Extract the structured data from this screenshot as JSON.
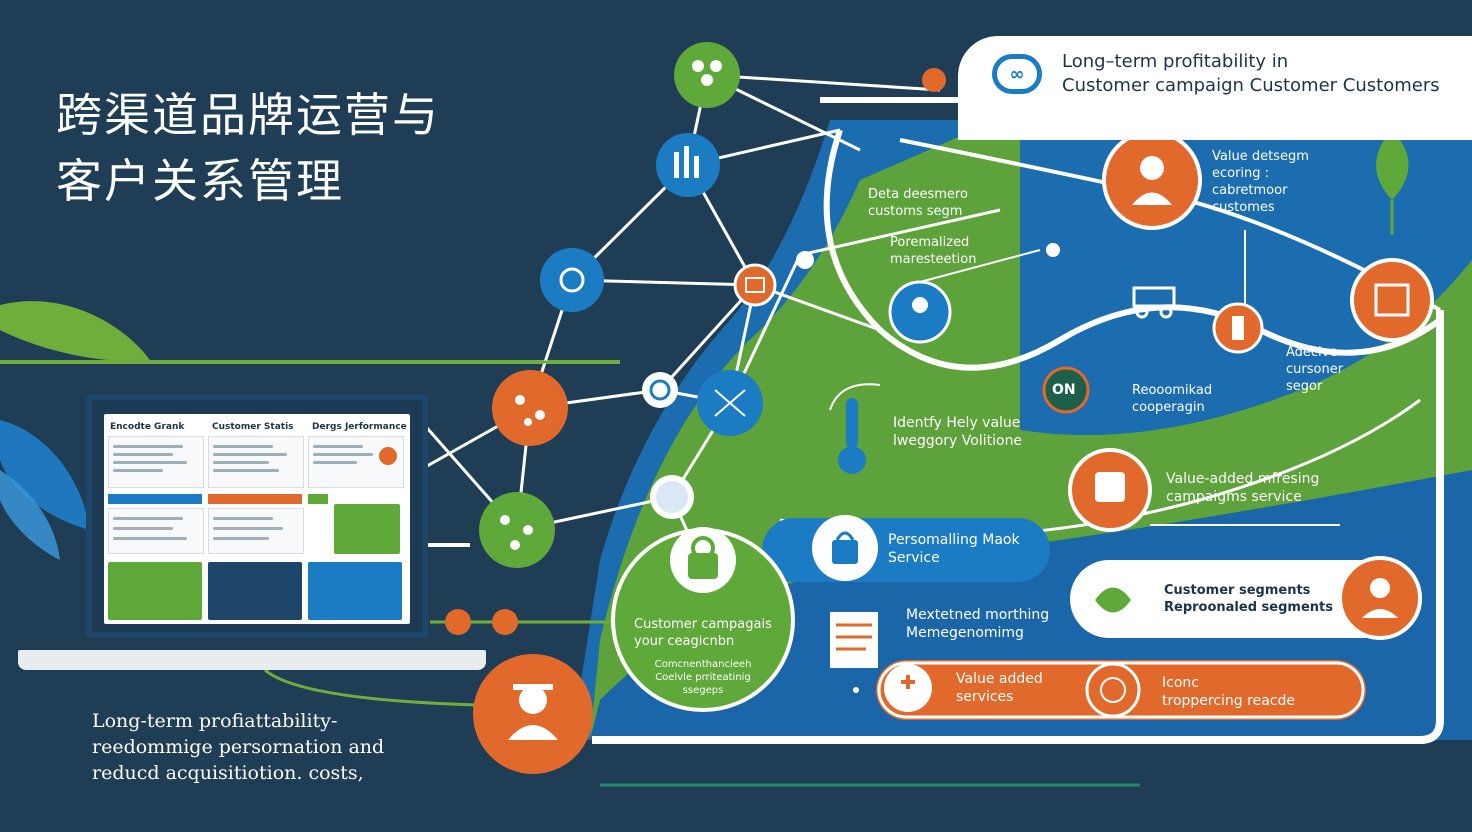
{
  "title": {
    "line1": "跨渠道品牌运营与",
    "line2": "客户关系管理"
  },
  "header": {
    "line1": "Long–term profitability in",
    "line2": "Customer campaign Customer Customers"
  },
  "laptop": {
    "col1_title": "Encodte Grank",
    "col2_title": "Customer Statis",
    "col3_title": "Dergs Jerformance"
  },
  "labels": {
    "data_segm": [
      "Deta deesmero",
      "customs segm"
    ],
    "personalized_interaction": [
      "Poremalized",
      "maresteetion"
    ],
    "value_segment": [
      "Value detsegm",
      "ecoring :",
      "cabretmoor",
      "customes"
    ],
    "on_badge": "ON",
    "identify_value": [
      "Identfy Hely value",
      "lweggory Volitione"
    ],
    "personalized_recommend": [
      "Reooomikad",
      "cooperagin"
    ],
    "adaptive_segment": [
      "Adecive",
      "cursoner",
      "segor"
    ],
    "value_added_marketing": [
      "Value-added mfresing",
      "campaigms service"
    ],
    "personalizing_service": [
      "Persomalling Maok",
      "Service"
    ],
    "customer_segments": [
      "Customer segments",
      "Reproonaled segments"
    ],
    "campaign_circle": [
      "Customer campagais",
      "your ceagicnbn"
    ],
    "campaign_circle_small": [
      "Comcnenthancieeh",
      "Coelvle prriteatinig",
      "ssegeps"
    ],
    "marketing_management": [
      "Mextetned morthing",
      "Memegenomimg"
    ],
    "value_added_services": [
      "Value added",
      "services"
    ],
    "iconic_reach": [
      "Iconc",
      "troppercing reacde"
    ]
  },
  "footer": {
    "line1": "Long-term profiattability-",
    "line2": "reedommige persornation and",
    "line3": "reducd acquisitiotion. costs,"
  },
  "colors": {
    "background": "#1f3d55",
    "green": "#5fa83a",
    "blue": "#1c7cc3",
    "orange": "#e0692b",
    "white": "#ffffff",
    "dark_text": "#1d3448"
  },
  "icons": [
    "people-group-icon",
    "bar-chart-icon",
    "network-icon",
    "chart-icon",
    "sync-icon",
    "nodes-icon",
    "nodes-icon",
    "user-icon",
    "shopping-bag-icon",
    "leaf-icon",
    "plus-icon",
    "target-icon",
    "document-icon",
    "award-icon"
  ]
}
